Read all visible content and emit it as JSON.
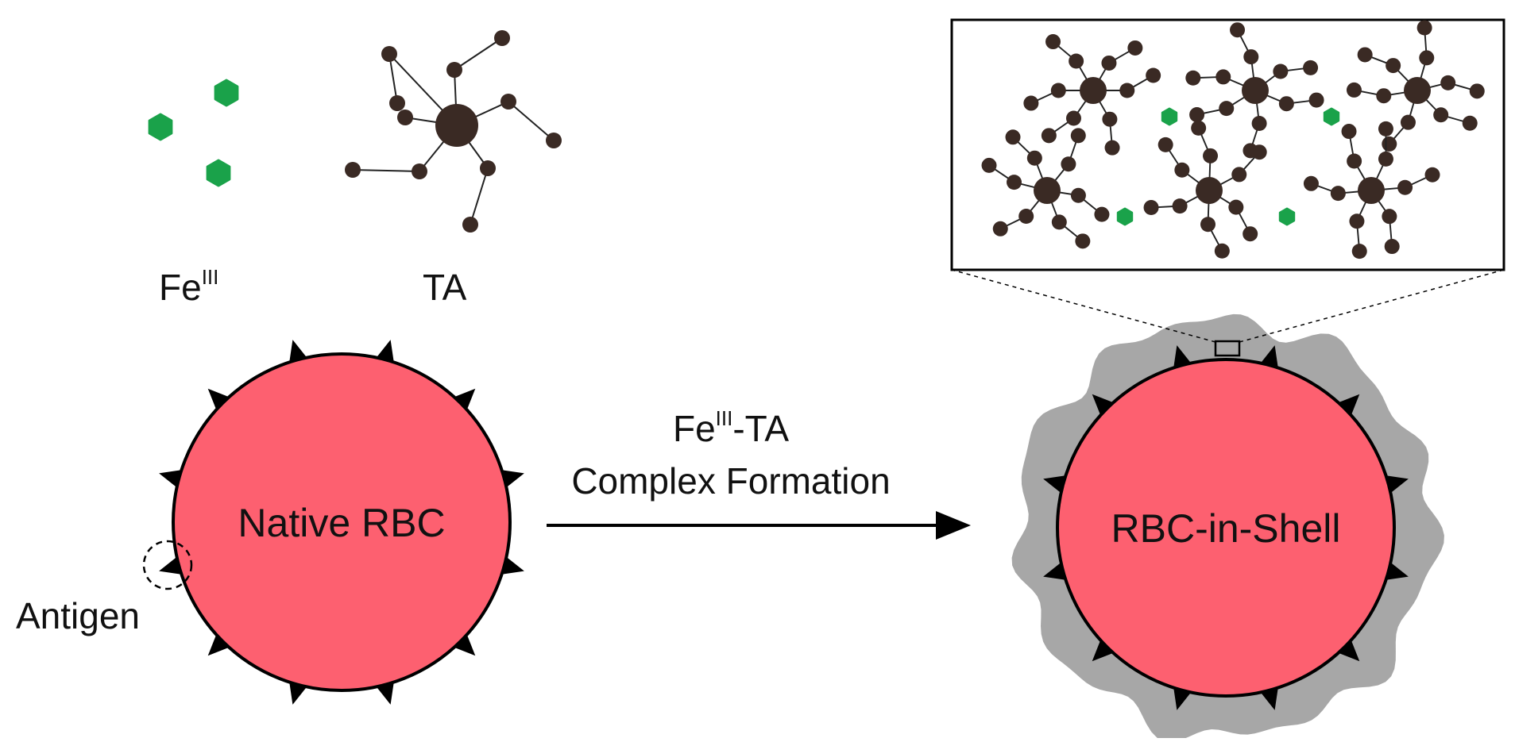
{
  "labels": {
    "fe_base": "Fe",
    "fe_sup": "III",
    "ta": "TA",
    "arrow_line1_base": "Fe",
    "arrow_line1_sup": "III",
    "arrow_line1_rest": "-TA",
    "arrow_line2": "Complex Formation",
    "native_cell": "Native RBC",
    "shell_cell": "RBC-in-Shell",
    "antigen": "Antigen"
  },
  "colors": {
    "rbc_fill": "#fd6070",
    "shell_fill": "#a7a7a7",
    "fe_green": "#1aa24a",
    "ta_dark": "#3a2a24",
    "outline": "#000000"
  }
}
